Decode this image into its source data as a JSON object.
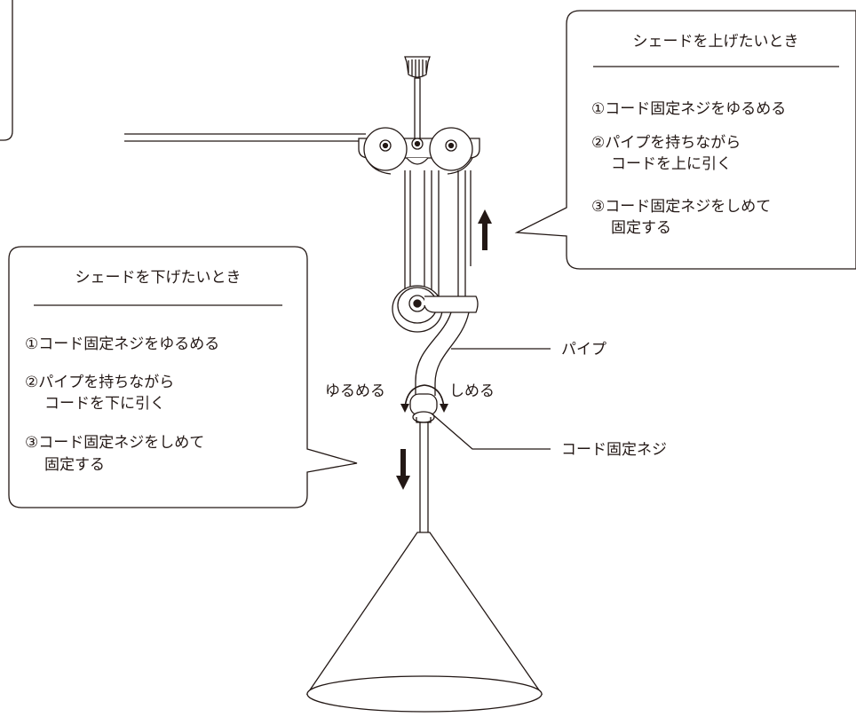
{
  "callout_raise": {
    "title": "シェードを上げたいとき",
    "step1": "①コード固定ネジをゆるめる",
    "step2_line1": "②パイプを持ちながら",
    "step2_line2": "コードを上に引く",
    "step3_line1": "③コード固定ネジをしめて",
    "step3_line2": "固定する"
  },
  "callout_lower": {
    "title": "シェードを下げたいとき",
    "step1": "①コード固定ネジをゆるめる",
    "step2_line1": "②パイプを持ちながら",
    "step2_line2": "コードを下に引く",
    "step3_line1": "③コード固定ネジをしめて",
    "step3_line2": "固定する"
  },
  "labels": {
    "pipe": "パイプ",
    "loosen": "ゆるめる",
    "tighten": "しめる",
    "cord_screw": "コード固定ネジ"
  },
  "colors": {
    "line": "#231815",
    "background": "#ffffff"
  }
}
